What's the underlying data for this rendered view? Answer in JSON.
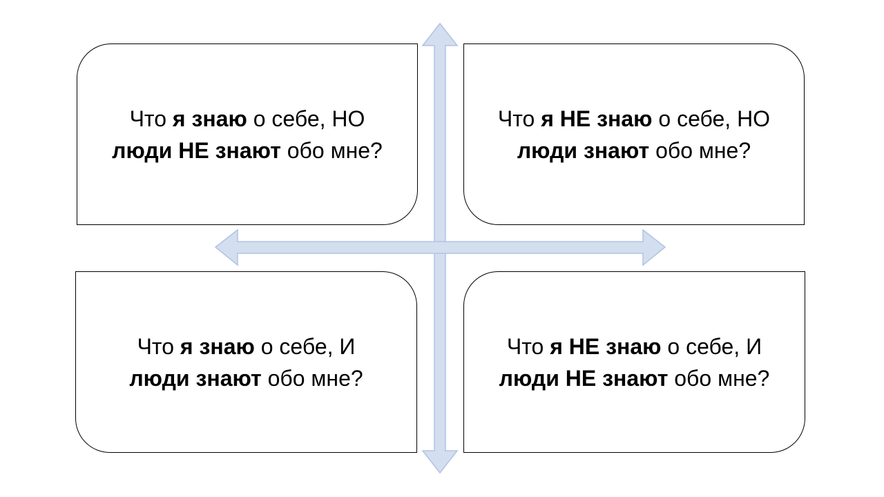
{
  "colors": {
    "arrow_fill": "#d3deef",
    "arrow_stroke": "#aec3e3",
    "box_border": "#000000"
  },
  "quadrants": {
    "top_left": {
      "line1": [
        "Что ",
        "я знаю",
        " о себе, НО"
      ],
      "line2": [
        "люди НЕ знают",
        " обо мне?"
      ]
    },
    "top_right": {
      "line1": [
        "Что ",
        "я НЕ знаю",
        " о себе, НО"
      ],
      "line2": [
        "люди знают",
        " обо мне?"
      ]
    },
    "bottom_left": {
      "line1": [
        "Что ",
        "я знаю",
        " о себе, И"
      ],
      "line2": [
        "люди знают",
        " обо мне?"
      ]
    },
    "bottom_right": {
      "line1": [
        "Что ",
        "я НЕ знаю",
        " о себе, И"
      ],
      "line2": [
        "люди НЕ знают",
        " обо мне?"
      ]
    }
  }
}
